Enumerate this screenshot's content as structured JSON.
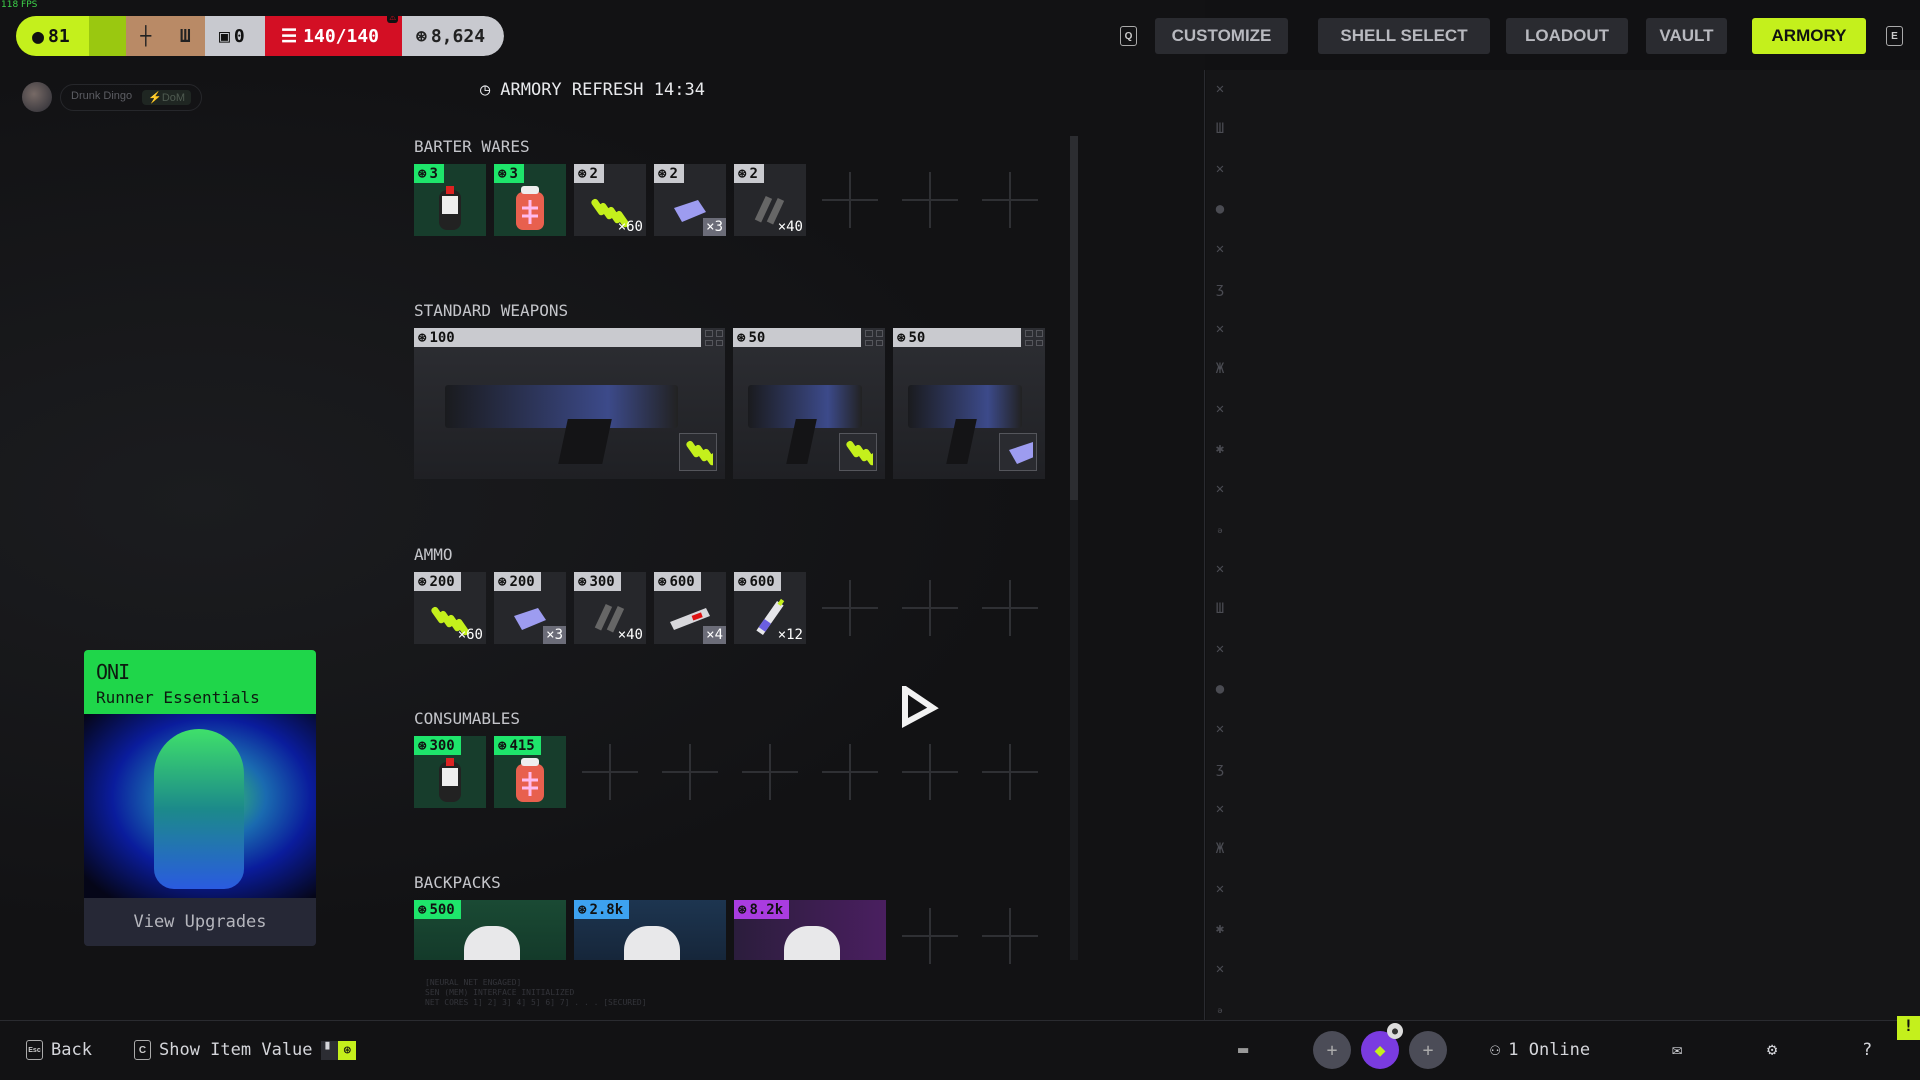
{
  "fps": "118 FPS",
  "status": {
    "level": "81",
    "keys": "0",
    "ammo": "140/140",
    "currency": "8,624",
    "warn_color": "#d30f24",
    "accent": "#c4f01c"
  },
  "nav": {
    "q_key": "Q",
    "e_key": "E",
    "items": [
      "CUSTOMIZE",
      "SHELL SELECT",
      "LOADOUT",
      "VAULT",
      "ARMORY"
    ],
    "active": "ARMORY"
  },
  "user": {
    "name": "Drunk Dingo",
    "tag": "DoM"
  },
  "refresh": "ARMORY REFRESH 14:34",
  "sections": {
    "barter": {
      "label": "BARTER WARES",
      "items": [
        {
          "tag": "3",
          "color": "green",
          "art": "canister"
        },
        {
          "tag": "3",
          "color": "green",
          "art": "medkit"
        },
        {
          "tag": "2",
          "color": "gray",
          "art": "bullets",
          "qty": "×60"
        },
        {
          "tag": "2",
          "color": "gray",
          "art": "battery",
          "qty": "×3",
          "box": true
        },
        {
          "tag": "2",
          "color": "gray",
          "art": "shells",
          "qty": "×40"
        }
      ],
      "empty": 3
    },
    "weapons": {
      "label": "STANDARD WEAPONS",
      "items": [
        {
          "tag": "100",
          "ammo": "bullets"
        },
        {
          "tag": "50",
          "ammo": "bullets"
        },
        {
          "tag": "50",
          "ammo": "battery"
        }
      ]
    },
    "ammo": {
      "label": "AMMO",
      "items": [
        {
          "tag": "200",
          "color": "gray",
          "art": "bullets",
          "qty": "×60"
        },
        {
          "tag": "200",
          "color": "gray",
          "art": "battery",
          "qty": "×3",
          "box": true
        },
        {
          "tag": "300",
          "color": "gray",
          "art": "shells",
          "qty": "×40"
        },
        {
          "tag": "600",
          "color": "gray",
          "art": "cell",
          "qty": "×4",
          "box": true
        },
        {
          "tag": "600",
          "color": "gray",
          "art": "syringe",
          "qty": "×12"
        }
      ],
      "empty": 3
    },
    "consumables": {
      "label": "CONSUMABLES",
      "items": [
        {
          "tag": "300",
          "color": "green",
          "art": "canister"
        },
        {
          "tag": "415",
          "color": "green",
          "art": "medkit"
        }
      ],
      "empty": 6
    },
    "backpacks": {
      "label": "BACKPACKS",
      "items": [
        {
          "tag": "500",
          "color": "green"
        },
        {
          "tag": "2.8k",
          "color": "blue"
        },
        {
          "tag": "8.2k",
          "color": "purple"
        }
      ],
      "empty": 2
    }
  },
  "colors": {
    "green": "#1ee56b",
    "gray": "#c9cacf",
    "blue": "#3da2f0",
    "purple": "#a93ce0"
  },
  "card": {
    "title": "ONI",
    "subtitle": "Runner Essentials",
    "button": "View Upgrades"
  },
  "terminal": [
    "[NEURAL NET ENGAGED]",
    "SEN (MEM) INTERFACE INITIALIZED",
    "NET CORES 1] 2] 3] 4] 5] 6] 7] . . . [SECURED]"
  ],
  "bottom": {
    "back_key": "Esc",
    "back": "Back",
    "show_key": "C",
    "show": "Show Item Value",
    "online": "1 Online",
    "help": "?"
  }
}
